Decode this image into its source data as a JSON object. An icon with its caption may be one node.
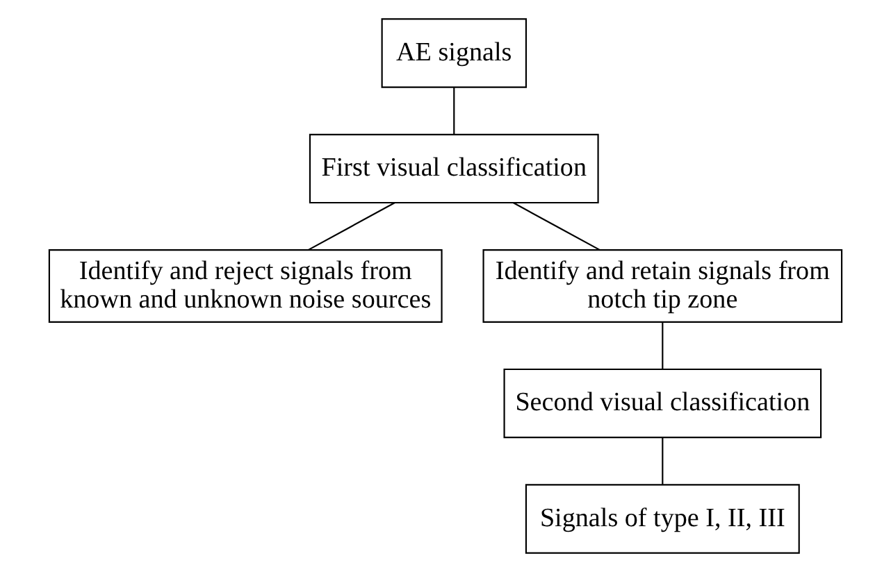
{
  "diagram": {
    "nodes": [
      {
        "text": [
          "AE signals"
        ]
      },
      {
        "text": [
          "First visual classification"
        ]
      },
      {
        "text": [
          "Identify and reject signals from known and unknown noise sources"
        ]
      },
      {
        "text": [
          "Identify and retain signals from notch tip zone"
        ]
      },
      {
        "text": [
          "Second visual classification"
        ]
      },
      {
        "text": [
          "Signals of type I, II, III"
        ]
      }
    ],
    "edges": [
      {
        "from": 0,
        "to": 1,
        "arrow": "none"
      },
      {
        "from": 1,
        "to": 2,
        "arrow": "none"
      },
      {
        "from": 1,
        "to": 3,
        "arrow": "none"
      },
      {
        "from": 3,
        "to": 4,
        "arrow": "none"
      },
      {
        "from": 4,
        "to": 5,
        "arrow": "none"
      }
    ]
  }
}
